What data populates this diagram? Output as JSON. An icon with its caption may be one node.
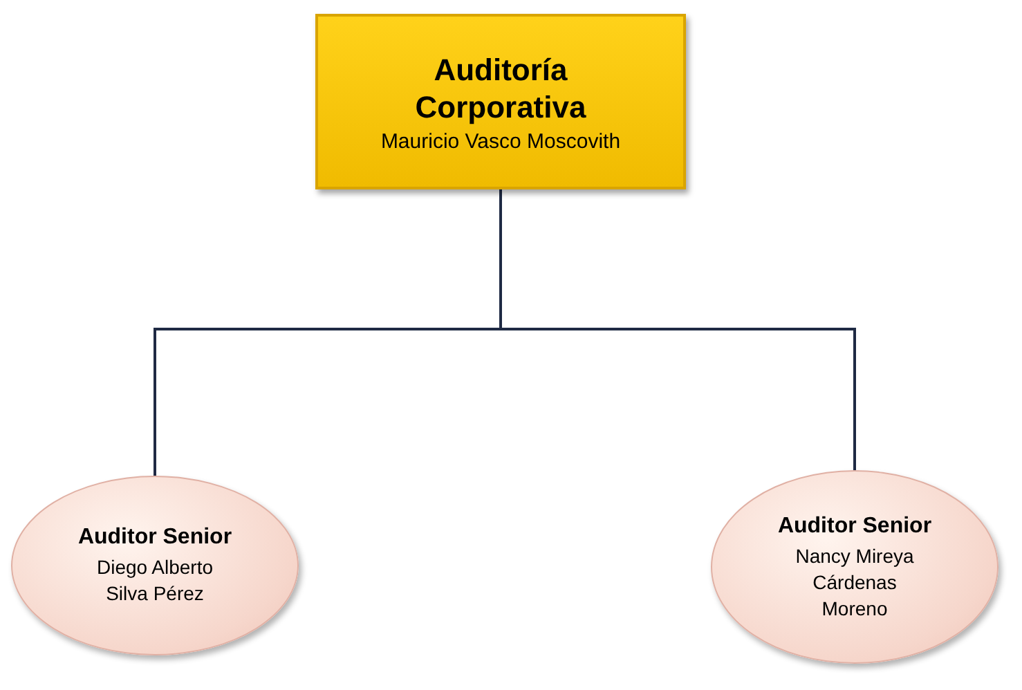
{
  "diagram": {
    "nodes": [
      {
        "text": [
          "Auditoría Corporativa",
          "Mauricio Vasco Moscovith"
        ]
      },
      {
        "text": [
          "Auditor Senior",
          "Diego Alberto Silva Pérez"
        ]
      },
      {
        "text": [
          "Auditor Senior",
          "Nancy Mireya Cárdenas Moreno"
        ]
      }
    ],
    "edges": [
      {
        "from": 0,
        "to": 1,
        "arrow": "none"
      },
      {
        "from": 0,
        "to": 2,
        "arrow": "none"
      }
    ]
  }
}
